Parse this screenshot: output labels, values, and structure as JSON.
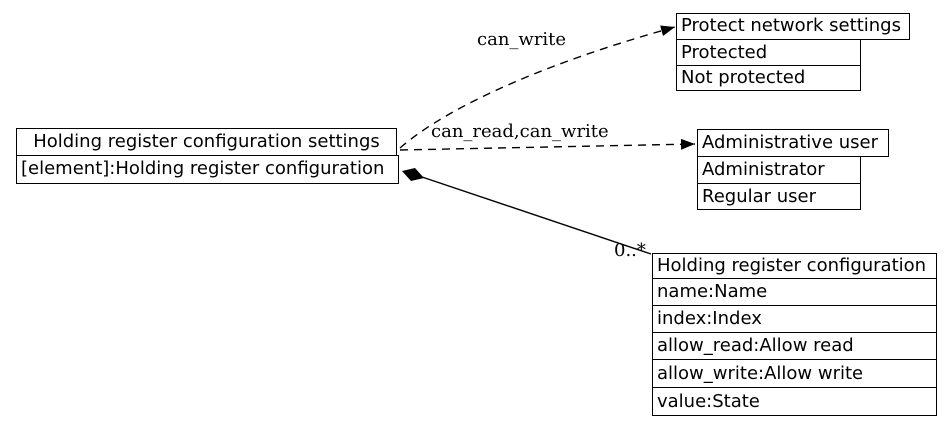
{
  "diagram": {
    "background": "#ffffff",
    "line_color": "#000000",
    "text_color": "#000000",
    "nodes": {
      "settings": {
        "title": "Holding register configuration settings",
        "attributes": [
          "[element]:Holding register configuration"
        ]
      },
      "protect": {
        "title": "Protect network settings",
        "values": [
          "Protected",
          "Not protected"
        ]
      },
      "admin": {
        "title": "Administrative user",
        "values": [
          "Administrator",
          "Regular user"
        ]
      },
      "holding": {
        "title": "Holding register configuration",
        "attributes": [
          "name:Name",
          "index:Index",
          "allow_read:Allow read",
          "allow_write:Allow write",
          "value:State"
        ]
      }
    },
    "edges": {
      "can_write": {
        "label": "can_write",
        "from": "settings",
        "to": "protect",
        "style": "dashed-arrow"
      },
      "can_read_write": {
        "label": "can_read,can_write",
        "from": "settings",
        "to": "admin",
        "style": "dashed-arrow"
      },
      "composition": {
        "label": "0..*",
        "from": "settings",
        "to": "holding",
        "style": "solid-composition-diamond"
      }
    }
  }
}
